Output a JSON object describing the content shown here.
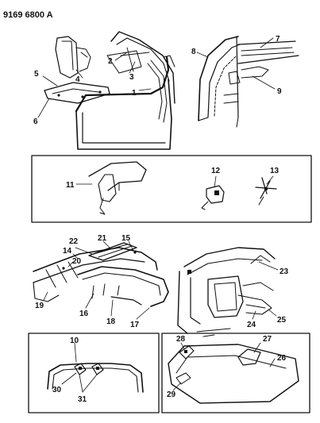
{
  "header": {
    "code": "9169 6800 A"
  },
  "callouts": {
    "c1": "1",
    "c2": "2",
    "c3": "3",
    "c4": "4",
    "c5": "5",
    "c6": "6",
    "c7": "7",
    "c8": "8",
    "c9": "9",
    "c10": "10",
    "c11": "11",
    "c12": "12",
    "c13": "13",
    "c14": "14",
    "c15": "15",
    "c16": "16",
    "c17": "17",
    "c18": "18",
    "c19": "19",
    "c20": "20",
    "c21": "21",
    "c22": "22",
    "c23": "23",
    "c24": "24",
    "c25": "25",
    "c26": "26",
    "c27": "27",
    "c28": "28",
    "c29": "29",
    "c30": "30",
    "c31": "31"
  }
}
